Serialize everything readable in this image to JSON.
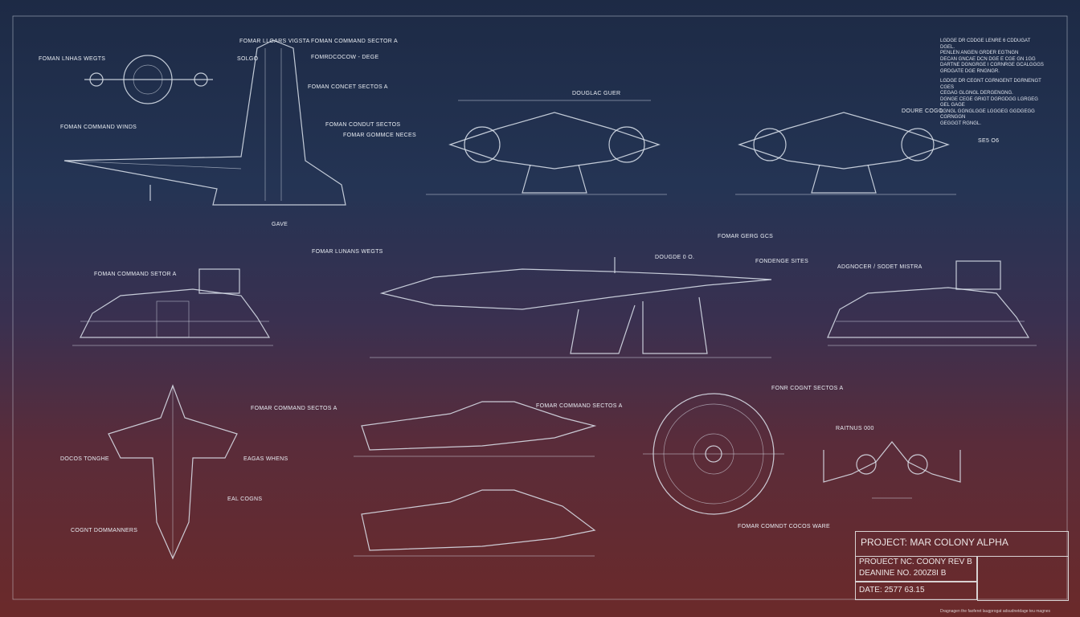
{
  "title_block": {
    "project": "PROJECT: MAR COLONY ALPHA",
    "project_no": "PROUECT NC. COONY REV B",
    "drawing_no": "DEANINE NO. 200Z8I B",
    "date": "DATE: 2577 63.15"
  },
  "notes": [
    "LGDGE DR CDDGE LENRE 6 CDDUGAT DGEL.",
    "PENLEN ANGEN GRDER EGTNGN",
    "DECAN GNCAE DCN DGE E CGE GN 1GG",
    "DARTNE DGNGRGE I CGRNRGE GCALGGGS",
    "GRDGATE DGE RNGNGR.",
    "LGDGE DR CEGNT CGRNGENT DGRNENGT CGES",
    "CEGAG GLGNGL DERGENGNG.",
    "DGNGE CEGE GRIGT DGRGDGG LGRGEG GEL GAGE",
    "LGNGL GGNGLGGE LGGGEG GGDGEGG CGRNGGN",
    "GEGGGT RGNGL."
  ],
  "footer_note": "Dragnagen the faoferet laugprogat adsudnetdage teu magnes",
  "labels": [
    "FOMAN COMMAND SECTOR A",
    "FOMRDCOCOW - DEGE",
    "FOMAR LLGARS VIGSTA",
    "FOMAR COMMAND SECTOS A",
    "FOMAN CONCET SECTOS A",
    "FOMAN CONDUT SECTOS",
    "FOMAR GOMMCE NECES",
    "FOMAN LNHAS WEGTS",
    "FOMAN COMMAND WINDS",
    "DOUGLAC GUER",
    "ADGNOCER / SODET MISTRA",
    "FOMAR LUNANS WEGTS",
    "DOUGDE 0 O.",
    "FOMAR GERG GCS",
    "FONDENGE SITES",
    "FOMAN COMMAND SETOR A",
    "FOMAR COMMAND SECTOS A",
    "FONR COGNT SECTOS A",
    "COGNT DOMMANNERS",
    "FOMAR COMNDT COCOS WARE",
    "DOCOS TONGHE",
    "EAL COGNS",
    "EAGAS WHENS",
    "RAITNUS 000",
    "DOURE COGO",
    "SOLGO",
    "GAVE",
    "SE5 O6"
  ],
  "colors": {
    "top": "#1d2a45",
    "bottom": "#6b2a2a",
    "line": "#dfe6f0"
  }
}
